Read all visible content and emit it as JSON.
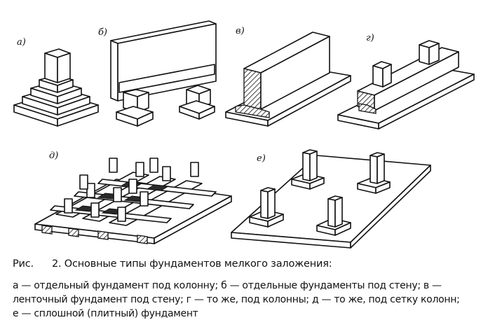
{
  "panels": {
    "a": "а)",
    "b": "б)",
    "v": "в)",
    "g": "г)",
    "d": "д)",
    "e": "е)"
  },
  "caption": {
    "fig_word": "Рис.",
    "title": "2. Основные типы фундаментов мелкого заложения:",
    "lines": [
      "а — отдельный фундамент под колонну; б — отдельные фундаменты под стену; в —",
      "ленточный фундамент под стену; г — то же, под колонны; д — то же, под сетку колонн;",
      "е — сплошной (плитный) фундамент"
    ]
  }
}
